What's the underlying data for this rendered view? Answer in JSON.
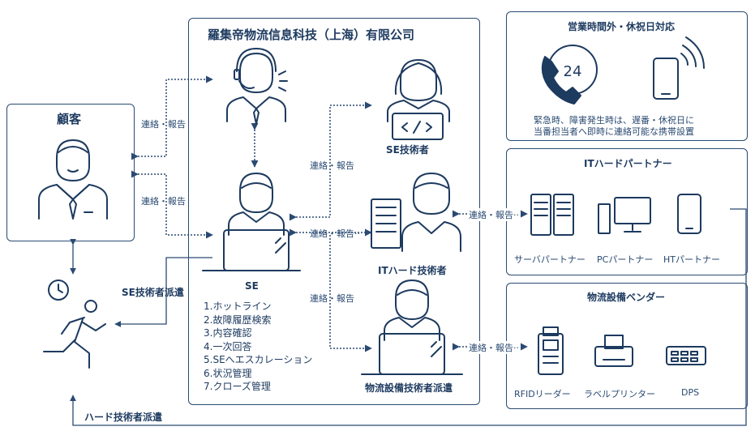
{
  "customer": {
    "title": "顧客"
  },
  "company": {
    "title": "羅集帝物流信息科技（上海）有限公司",
    "se_label": "SE",
    "se_engineer_label": "SE技術者",
    "it_engineer_label": "ITハード技術者",
    "logistics_dispatch_label": "物流設備技術者派遣",
    "tasks": [
      "1.ホットライン",
      "2.故障履歴検索",
      "3.内容確認",
      "4.一次回答",
      "5.SEへエスカレーション",
      "6.状況管理",
      "7.クローズ管理"
    ]
  },
  "links": {
    "contact_report": "連絡・報告",
    "contact_report_arrow": "連絡・報告··",
    "se_dispatch": "SE技術者派遣",
    "hard_dispatch": "ハード技術者派遣"
  },
  "after_hours": {
    "title": "営業時間外・休祝日対応",
    "phone_number": "24",
    "desc_line1": "緊急時、障害発生時は、遅番・休祝日に",
    "desc_line2": "当番担当者へ即時に連絡可能な携帯設置"
  },
  "it_partner": {
    "title": "ITハードパートナー",
    "items": [
      "サーバパートナー",
      "PCパートナー",
      "HTパートナー"
    ]
  },
  "logistics_vendor": {
    "title": "物流設備ベンダー",
    "items": [
      "RFIDリーダー",
      "ラベルプリンター",
      "DPS"
    ]
  },
  "colors": {
    "navy": "#1d3a5f",
    "line": "#2a4a72",
    "fill": "#ffffff"
  }
}
